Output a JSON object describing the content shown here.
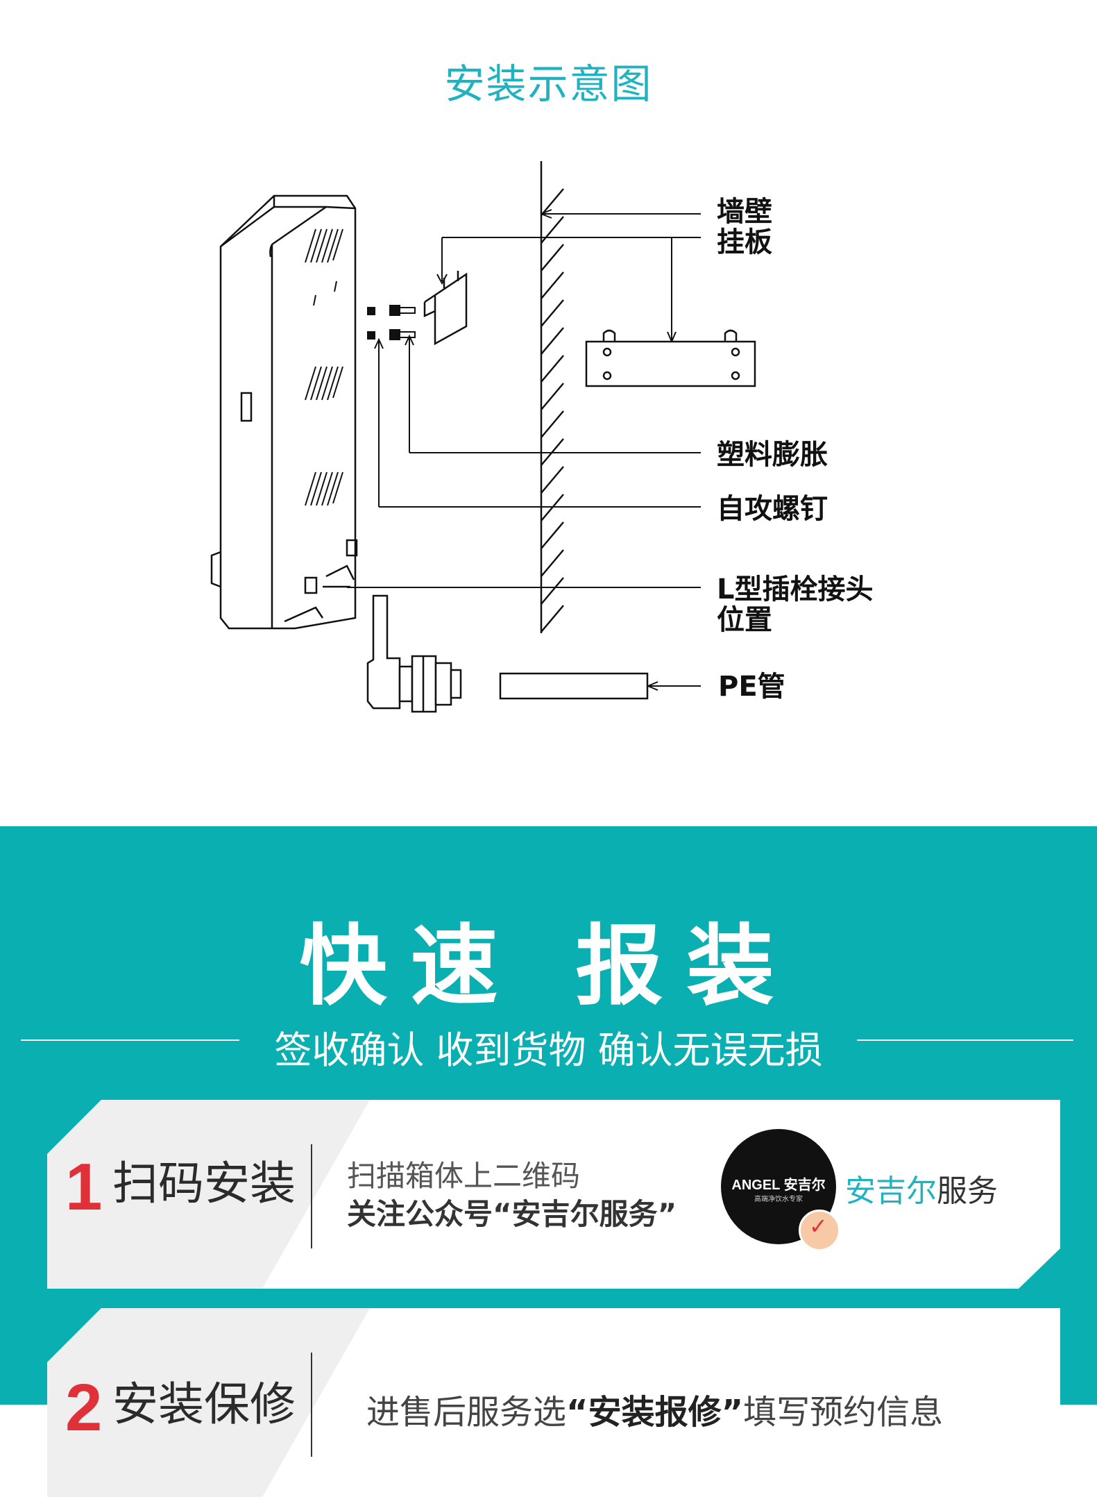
{
  "diagram": {
    "title": "安装示意图",
    "labels": {
      "wall": "墙壁",
      "hanging_plate": "挂板",
      "plastic_anchor": "塑料膨胀",
      "self_tapping_screw": "自攻螺钉",
      "l_connector_line1": "L型插栓接头",
      "l_connector_line2": "位置",
      "pe_pipe": "PE管"
    }
  },
  "service": {
    "title": "快速 报装",
    "subtitle": "签收确认 收到货物 确认无误无损",
    "steps": [
      {
        "number": "1",
        "label": "扫码安装",
        "line1": "扫描箱体上二维码",
        "line2": "关注公众号“安吉尔服务”",
        "logo_text": "ANGEL 安吉尔",
        "logo_sub": "高端净饮水专家",
        "service_brand": "安吉尔",
        "service_word": "服务"
      },
      {
        "number": "2",
        "label": "安装保修",
        "desc_pre": "进售后服务选",
        "desc_bold": "“安装报修”",
        "desc_post": "填写预约信息"
      }
    ]
  },
  "colors": {
    "teal": "#0aafb1",
    "title_blue": "#1fb3c2",
    "red": "#e03138"
  }
}
